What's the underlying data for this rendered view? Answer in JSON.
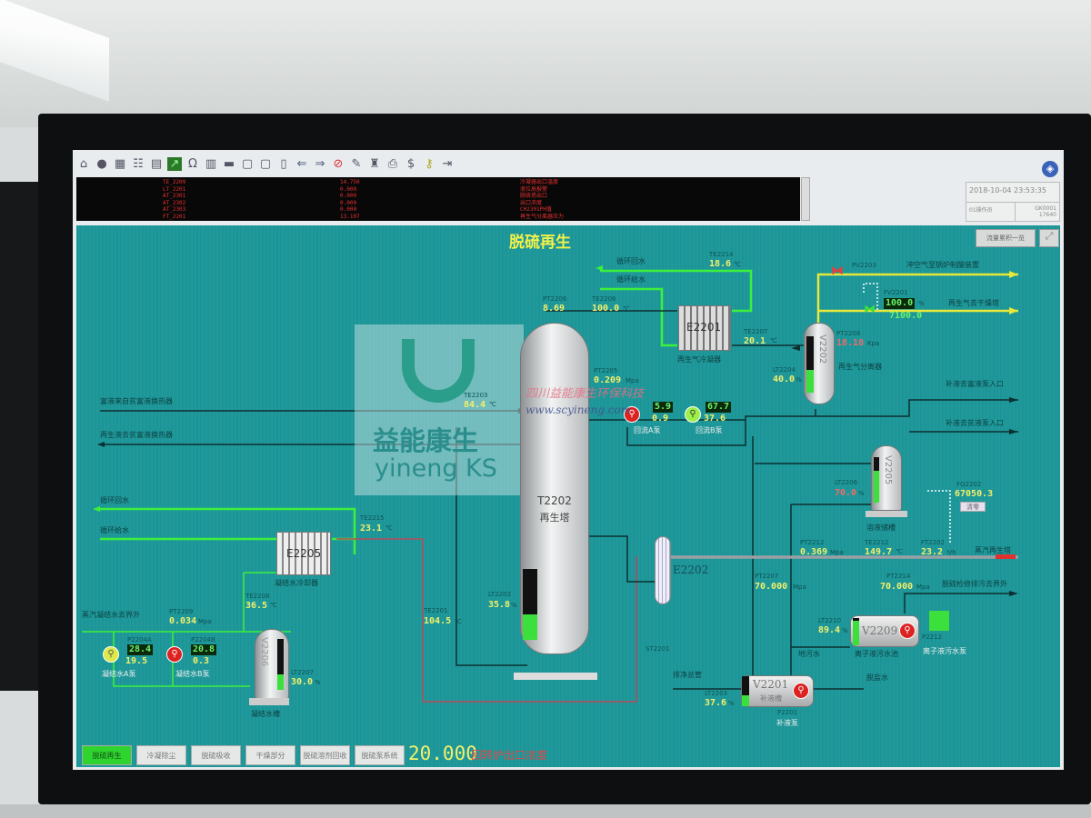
{
  "toolbar": {
    "icons": [
      "home-icon",
      "record-icon",
      "grid-icon",
      "list-icon",
      "table-icon",
      "trend-icon",
      "report-icon",
      "panel-icon",
      "window-icon",
      "doc-icon",
      "doc2-icon",
      "book-icon",
      "back-icon",
      "forward-icon",
      "alarm-mute-icon",
      "edit-icon",
      "user-icon",
      "print-icon",
      "dollar-icon",
      "key-icon",
      "exit-icon"
    ]
  },
  "alarms": {
    "tags": [
      "TE_2209",
      "LT_2201",
      "AT_2301",
      "AT_2302",
      "AT_2303",
      "FT_2201"
    ],
    "values": [
      "14.750",
      "0.000",
      "0.000",
      "0.000",
      "0.000",
      "13.107"
    ],
    "descriptions": [
      "冷凝器出口温度",
      "液位高报警",
      "脱硫塔出口",
      "出口浓度",
      "CH2301PH值",
      "再生气分离器压力"
    ]
  },
  "status": {
    "datetime": "2018-10-04 23:53:35",
    "operator": "01操作员",
    "station": "GK0001 17640",
    "summary_button": "流量累积一览"
  },
  "page_title": "脱硫再生",
  "labels": {
    "rich_from_hx": "富液来自贫富液换热器",
    "regen_to_hx": "再生液去贫富液换热器",
    "cw_return": "循环回水",
    "cw_supply": "循环给水",
    "cw_return2": "循环回水",
    "cw_supply2": "循环给水",
    "cond_out": "蒸汽凝结水去界外",
    "cooler_e2205": "凝结水冷却器",
    "tank_v2206": "凝结水槽",
    "tower_name": "T2202",
    "tower_sub": "再生塔",
    "cooler_e2201": "再生气冷凝器",
    "sep_v2202": "再生气分离器",
    "to_boiler": "冲空气至锅炉制酸装置",
    "to_dryer": "再生气去干燥塔",
    "makeup_rich": "补液去富液泵入口",
    "makeup_lean": "补液去贫液泵入口",
    "tank_v2205": "溶液储槽",
    "steam_in": "蒸汽再生塔",
    "drain_out": "脱硫检修排污去界外",
    "pit_v2209": "离子液污水池",
    "pump_p2212": "离子液污水泵",
    "ground_water": "地污水",
    "drain_header": "排净总管",
    "desalted": "脱盐水",
    "tank_v2201": "补液槽",
    "pump_p2201": "补液泵",
    "reset": "清零",
    "e2205": "E2205",
    "e2201": "E2201",
    "e2202": "E2202",
    "v2206": "V2206",
    "v2202": "V2202",
    "v2205": "V2205",
    "v2209": "V2209",
    "v2201": "V2201",
    "pump_ra": "回流A泵",
    "pump_rb": "回流B泵",
    "pump_ca": "凝结水A泵",
    "pump_cb": "凝结水B泵"
  },
  "tags": {
    "te2215": {
      "tag": "TE2215",
      "value": "23.1",
      "unit": "℃"
    },
    "te2208": {
      "tag": "TE2208",
      "value": "36.5",
      "unit": "℃"
    },
    "pt2209c": {
      "tag": "PT2209",
      "value": "0.034",
      "unit": "Mpa"
    },
    "pca": {
      "tag": "P2204A",
      "freq": "28.4",
      "current": "19.5"
    },
    "pcb": {
      "tag": "P2204B",
      "freq": "20.8",
      "current": "0.3"
    },
    "lt2207": {
      "tag": "LT2207",
      "value": "30.0",
      "unit": "%"
    },
    "te2201": {
      "tag": "TE2201",
      "value": "104.5",
      "unit": "℃"
    },
    "lt2202": {
      "tag": "LT2202",
      "value": "35.8",
      "unit": "%"
    },
    "pt2206": {
      "tag": "PT2206",
      "value": "8.69"
    },
    "te2206": {
      "tag": "TE2206",
      "value": "100.0",
      "unit": "℃"
    },
    "te2203": {
      "tag": "TE2203",
      "value": "84.4",
      "unit": "℃"
    },
    "pt2205": {
      "tag": "PT2205",
      "value": "0.209",
      "unit": "Mpa"
    },
    "te2214": {
      "tag": "TE2214",
      "value": "18.6",
      "unit": "℃"
    },
    "te2207": {
      "tag": "TE2207",
      "value": "20.1",
      "unit": "℃"
    },
    "lt2204": {
      "tag": "LT2204",
      "value": "40.0",
      "unit": "%"
    },
    "pt2208": {
      "tag": "PT2208",
      "value": "18.18",
      "unit": "Kpa"
    },
    "pv2203": {
      "tag": "PV2203"
    },
    "fv2201": {
      "tag": "FV2201",
      "value": "100.0",
      "unit": "%",
      "flow": "7100.0"
    },
    "pra": {
      "freq": "5.9",
      "current": "0.9"
    },
    "prb": {
      "freq": "67.7",
      "current": "37.6"
    },
    "lt2206": {
      "tag": "LT2206",
      "value": "70.0",
      "unit": "%"
    },
    "fq2202": {
      "tag": "FQ2202",
      "value": "67050.3"
    },
    "pt2212": {
      "tag": "PT2212",
      "value": "0.369",
      "unit": "Mpa"
    },
    "te2212": {
      "tag": "TE2212",
      "value": "149.7",
      "unit": "℃"
    },
    "ft2202": {
      "tag": "FT2202",
      "value": "23.2",
      "unit": "t/h"
    },
    "pt2207": {
      "tag": "PT2207",
      "value": "70.000",
      "unit": "Mpa"
    },
    "pt2214": {
      "tag": "PT2214",
      "value": "70.000",
      "unit": "Mpa"
    },
    "lt2210": {
      "tag": "LT2210",
      "value": "89.4",
      "unit": "%"
    },
    "lt2203": {
      "tag": "LT2203",
      "value": "37.6",
      "unit": "%"
    },
    "st2201": {
      "tag": "ST2201"
    },
    "p2212": {
      "tag": "P2212"
    },
    "p2201": {
      "tag": "P2201"
    }
  },
  "levels": {
    "lt2207": 30.0,
    "lt2202": 35.8,
    "lt2204": 40.0,
    "lt2206": 70.0,
    "lt2210": 89.4,
    "lt2203": 37.6
  },
  "nav": {
    "buttons": [
      "脱硫再生",
      "冷凝除尘",
      "脱硫吸收",
      "干燥部分",
      "脱硫溶剂回收",
      "脱硫泵系统"
    ],
    "active": 0
  },
  "footer": {
    "value": "20.000",
    "label": "回转炉出口浓度"
  },
  "watermark": {
    "brand_cn": "益能康生",
    "brand_en": "yineng KS",
    "company": "四川益能康生环保科技",
    "url": "www.scyineng.com"
  },
  "colors": {
    "canvas": "#1f9a9c",
    "value": "#f3f06a",
    "alarm": "#e53030",
    "water": "#3cf03c",
    "gas": "#e8e83a"
  }
}
